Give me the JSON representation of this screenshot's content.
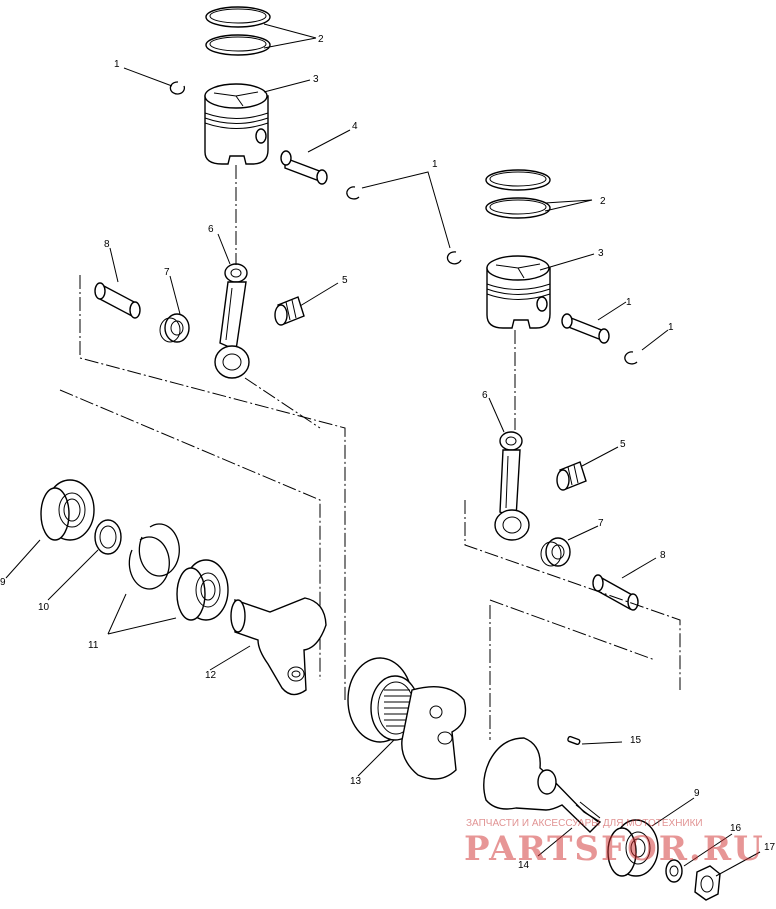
{
  "labels": {
    "l1a": "1",
    "l2a": "2",
    "l3a": "3",
    "l4a": "4",
    "l1b": "1",
    "l2b": "2",
    "l3b": "3",
    "l1c": "1",
    "l1d": "1",
    "l6a": "6",
    "l8a": "8",
    "l7a": "7",
    "l5a": "5",
    "l6b": "6",
    "l5b": "5",
    "l7b": "7",
    "l8b": "8",
    "l9a": "9",
    "l10": "10",
    "l11": "11",
    "l12": "12",
    "l13": "13",
    "l15": "15",
    "l9b": "9",
    "l14": "14",
    "l16": "16",
    "l17": "17"
  },
  "watermark": {
    "tagline": "ЗАПЧАСТИ И АКСЕССУАРЫ ДЛЯ МОТОТЕХНИКИ",
    "site": "PARTSFOR.RU"
  }
}
